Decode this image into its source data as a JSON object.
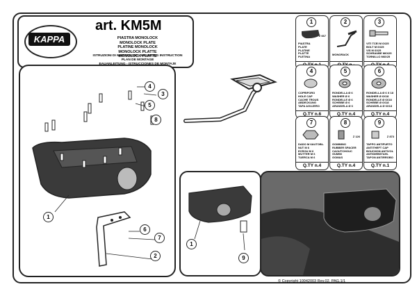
{
  "header": {
    "logo_text": "KAPPA",
    "art_label": "art. KM5M",
    "description_lines": [
      "PIASTRA MONOLOCK",
      "MONOLOCK PLATE",
      "PLATINE MONOLOCK",
      "MONOLOCK PLATTE",
      "MONOLOCK PLATTE"
    ],
    "instruction_lines": [
      "ISTRUZIONI DI MONTAGGIO - MOUNTING INSTRUCTION",
      "PLAN DE MONTAGE",
      "EAUANLEITUNG - ISTRUCCIONES DE MONTAJE"
    ]
  },
  "parts": [
    {
      "num": "1",
      "code": "Z 667",
      "name_lines": [
        "PIASTRA",
        "PLATE",
        "PLATINE",
        "PLATTE",
        "PLETINA"
      ],
      "qty": "Q.TY n.1"
    },
    {
      "num": "2",
      "code": "",
      "name_lines": [
        "MONORACK"
      ],
      "qty": "Q.TY n.-"
    },
    {
      "num": "3",
      "code": "",
      "name_lines": [
        "VITI TCEI M 6X25",
        "BOLT M 6X25",
        "VIS M 6X25",
        "SCHRAUBE M6X25",
        "TORNILLO M6X25"
      ],
      "qty": "Q.TY n.4"
    },
    {
      "num": "4",
      "code": "",
      "name_lines": [
        "COPRIFORO",
        "HOLE CAP",
        "CACHE TROUS",
        "ABDECKUNG",
        "TAPA AGUJERO"
      ],
      "qty": "Q.TY n.6"
    },
    {
      "num": "5",
      "code": "",
      "name_lines": [
        "RONDELLA Ø 6",
        "WASHER Ø 6",
        "RONDELLE Ø 6",
        "SCHEIBE Ø 6",
        "ARANDELA Ø 6"
      ],
      "qty": "Q.TY n.4"
    },
    {
      "num": "6",
      "code": "",
      "name_lines": [
        "RONDELLA Ø 6 X 18",
        "WASHER Ø 6X18",
        "RONDELLE Ø 6X18",
        "SCHEIBE Ø 6X18",
        "ARANDELA Ø 6X18"
      ],
      "qty": "Q.TY n.4"
    },
    {
      "num": "7",
      "code": "",
      "name_lines": [
        "DADO M 6AUTOBL.",
        "NUT M 6",
        "ECROU M 6",
        "MUTTER M 6",
        "TUERCA M 6"
      ],
      "qty": "Q.TY n.4"
    },
    {
      "num": "8",
      "code": "Z 126",
      "name_lines": [
        "GOMMINO",
        "RUBBER SPACER",
        "CAOUTCHOUC",
        "GUMMI",
        "GOMAS"
      ],
      "qty": "Q.TY n.4"
    },
    {
      "num": "9",
      "code": "Z 873",
      "name_lines": [
        "TAPPO ANTIFURTO",
        "ANTITHEFT CAP",
        "BOUCHON ANTIVOL",
        "ANTIDIEBSTAHL",
        "TAPON ANTIRROBO"
      ],
      "qty": "Q.TY n.1"
    }
  ],
  "callouts": {
    "main": [
      "4",
      "3",
      "5",
      "8",
      "1",
      "6",
      "7",
      "2"
    ],
    "panel_b": [
      "1",
      "9"
    ]
  },
  "footer": {
    "copyright": "© Copyright 10042003 Rev.02, PAG.1/1"
  },
  "colors": {
    "outline": "#222222",
    "plate": "#3a3a3a",
    "photo_bg": "#5a5a5a"
  }
}
